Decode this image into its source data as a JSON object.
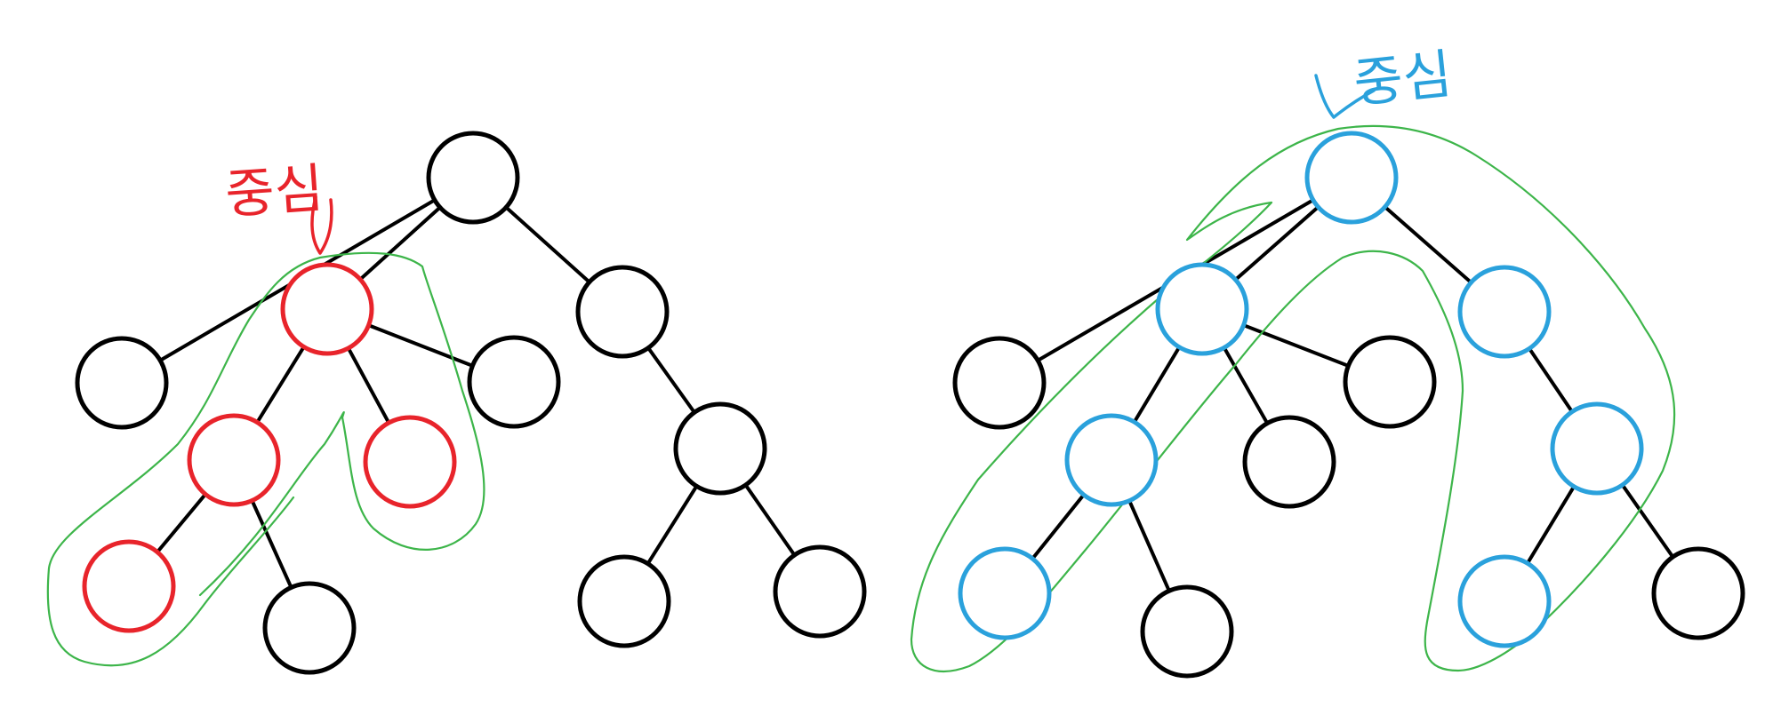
{
  "colors": {
    "edge": "#000000",
    "node_default": "#000000",
    "highlight_red": "#e8242b",
    "highlight_blue": "#2aa1dc",
    "outline_green": "#3db54a"
  },
  "labels": {
    "left": "중심",
    "right": "중심"
  },
  "trees": [
    {
      "id": "left",
      "nodes": [
        {
          "id": "L0",
          "state": "default"
        },
        {
          "id": "L1",
          "state": "red"
        },
        {
          "id": "L2",
          "state": "default"
        },
        {
          "id": "L3",
          "state": "default"
        },
        {
          "id": "L4",
          "state": "default"
        },
        {
          "id": "L5",
          "state": "red"
        },
        {
          "id": "L6",
          "state": "red"
        },
        {
          "id": "L7",
          "state": "default"
        },
        {
          "id": "L8",
          "state": "red"
        },
        {
          "id": "L9",
          "state": "default"
        },
        {
          "id": "L10",
          "state": "default"
        },
        {
          "id": "L11",
          "state": "default"
        }
      ],
      "edges": [
        [
          "L0",
          "L1"
        ],
        [
          "L0",
          "L2"
        ],
        [
          "L0",
          "L3"
        ],
        [
          "L1",
          "L4"
        ],
        [
          "L1",
          "L5"
        ],
        [
          "L1",
          "L6"
        ],
        [
          "L3",
          "L7"
        ],
        [
          "L5",
          "L8"
        ],
        [
          "L5",
          "L9"
        ],
        [
          "L7",
          "L10"
        ],
        [
          "L7",
          "L11"
        ]
      ]
    },
    {
      "id": "right",
      "nodes": [
        {
          "id": "R0",
          "state": "blue"
        },
        {
          "id": "R1",
          "state": "blue"
        },
        {
          "id": "R2",
          "state": "default"
        },
        {
          "id": "R3",
          "state": "blue"
        },
        {
          "id": "R4",
          "state": "default"
        },
        {
          "id": "R5",
          "state": "blue"
        },
        {
          "id": "R6",
          "state": "default"
        },
        {
          "id": "R7",
          "state": "blue"
        },
        {
          "id": "R8",
          "state": "blue"
        },
        {
          "id": "R9",
          "state": "default"
        },
        {
          "id": "R10",
          "state": "blue"
        },
        {
          "id": "R11",
          "state": "default"
        }
      ],
      "edges": [
        [
          "R0",
          "R1"
        ],
        [
          "R0",
          "R2"
        ],
        [
          "R0",
          "R3"
        ],
        [
          "R1",
          "R4"
        ],
        [
          "R1",
          "R5"
        ],
        [
          "R1",
          "R6"
        ],
        [
          "R3",
          "R7"
        ],
        [
          "R5",
          "R8"
        ],
        [
          "R5",
          "R9"
        ],
        [
          "R7",
          "R10"
        ],
        [
          "R7",
          "R11"
        ]
      ]
    }
  ]
}
